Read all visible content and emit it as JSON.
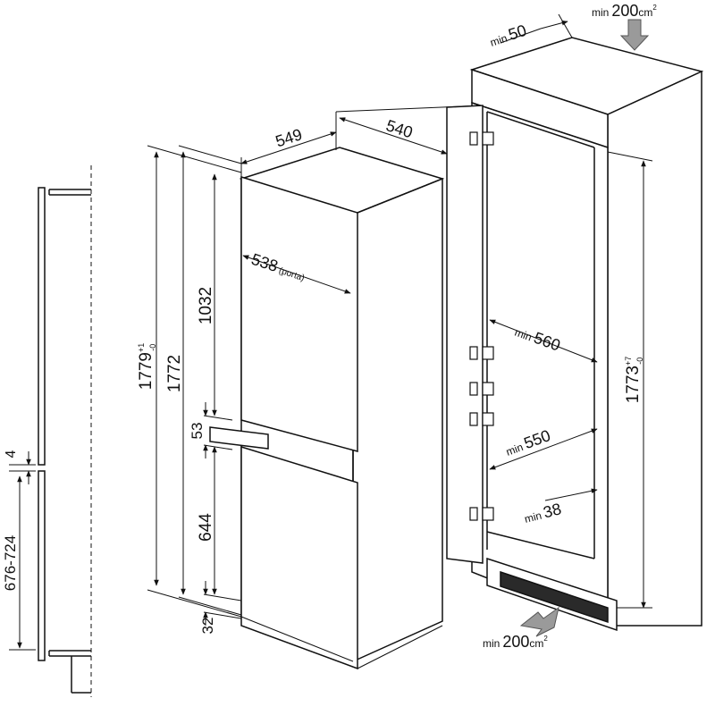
{
  "dimensions": {
    "side_gap": "4",
    "side_door_range": "676-724",
    "unit_depth": "549",
    "unit_width": "540",
    "door_width": "538",
    "door_width_note": "(porta)",
    "total_height": "1779",
    "total_height_tol_plus": "+1",
    "total_height_tol_minus": "-0",
    "body_height": "1772",
    "upper_door": "1032",
    "gap_between_doors": "53",
    "lower_door": "644",
    "bottom_offset": "32",
    "niche_height": "1773",
    "niche_tol_plus": "+7",
    "niche_tol_minus": "-0",
    "niche_depth_min": "560",
    "niche_width_min": "550",
    "side_depth_min": "38",
    "rear_gap_min": "50",
    "vent_area_top": "200",
    "vent_area_bottom": "200",
    "min_label": "min",
    "area_unit": "cm",
    "area_exp": "2"
  }
}
